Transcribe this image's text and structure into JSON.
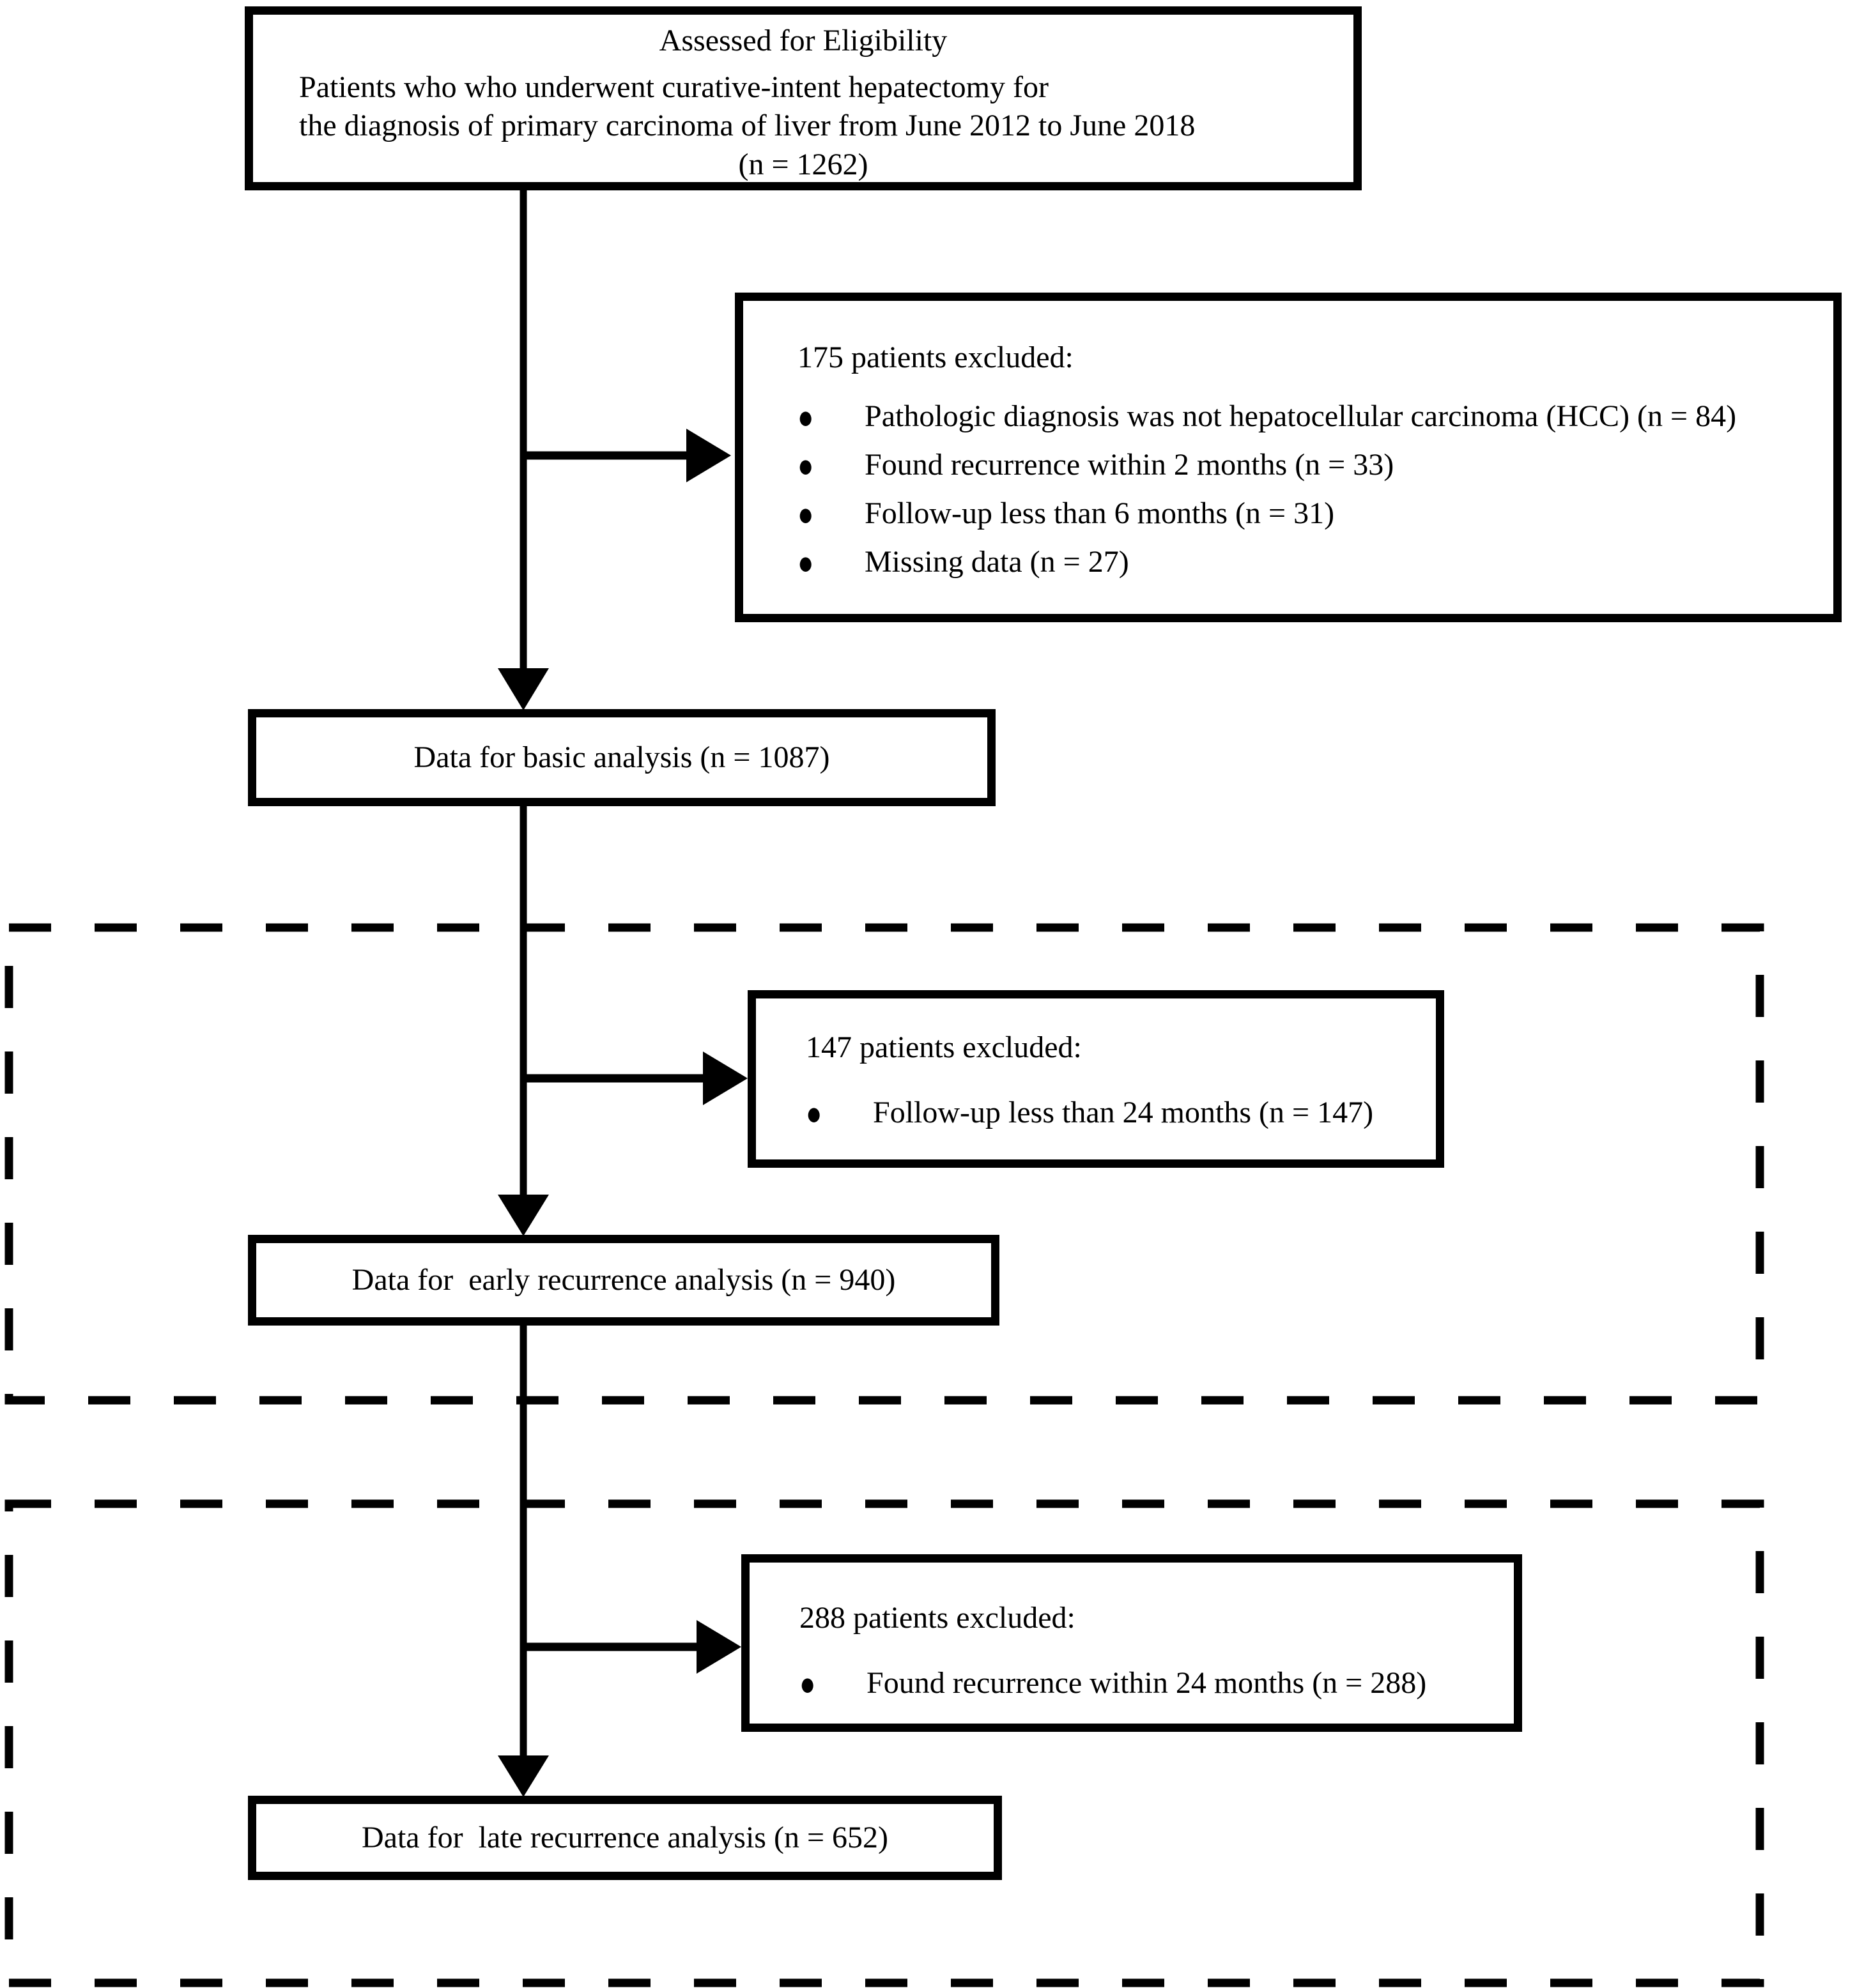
{
  "diagram": {
    "bullet_glyph": "●",
    "eligibility": {
      "title": "Assessed for Eligibility",
      "line1": "Patients who who underwent curative-intent hepatectomy for",
      "line2": "the diagnosis of primary carcinoma of liver from June 2012 to June 2018",
      "n_label": "(n = 1262)"
    },
    "excluded_175": {
      "heading": "175 patients excluded:",
      "items": [
        "Pathologic diagnosis was not hepatocellular carcinoma (HCC) (n = 84)",
        "Found recurrence within 2 months (n = 33)",
        "Follow-up less than 6 months (n = 31)",
        "Missing data (n = 27)"
      ]
    },
    "basic_label": "Data for basic analysis (n = 1087)",
    "excluded_147": {
      "heading": "147 patients excluded:",
      "items": [
        "Follow-up less than 24 months (n = 147)"
      ]
    },
    "early_label": "Data for  early recurrence analysis (n = 940)",
    "excluded_288": {
      "heading": "288 patients excluded:",
      "items": [
        "Found recurrence within 24 months (n = 288)"
      ]
    },
    "late_label": "Data for  late recurrence analysis (n = 652)",
    "colors": {
      "line": "#000000",
      "background": "#ffffff"
    }
  }
}
